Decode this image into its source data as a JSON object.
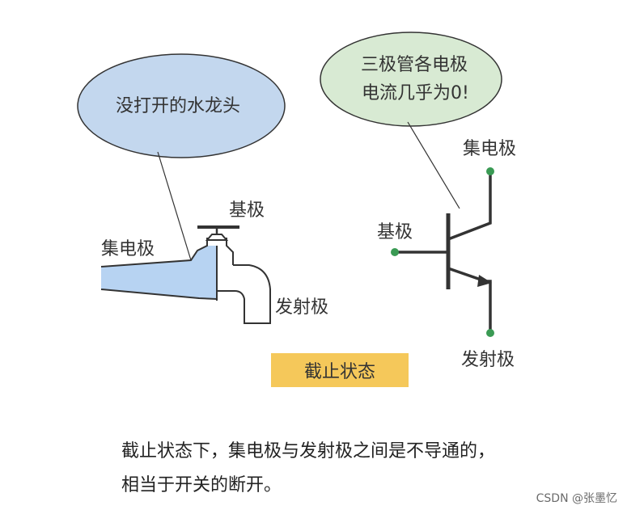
{
  "faucet": {
    "bubble_text": "没打开的水龙头",
    "base_label": "基极",
    "collector_label": "集电极",
    "emitter_label": "发射极"
  },
  "transistor": {
    "bubble_line1": "三极管各电极",
    "bubble_line2": "电流几乎为0!",
    "collector_label": "集电极",
    "base_label": "基极",
    "emitter_label": "发射极"
  },
  "state_label": "截止状态",
  "caption": {
    "line1": "截止状态下，集电极与发射极之间是不导通的，",
    "line2": "相当于开关的断开。"
  },
  "watermark": "CSDN @张墨忆",
  "colors": {
    "bubble_blue": "#c3d7ee",
    "bubble_green": "#d8ead3",
    "pipe_blue": "#b7d3f2",
    "highlight_yellow": "#f5c85a",
    "node_green": "#3a9a54",
    "line": "#333333"
  }
}
